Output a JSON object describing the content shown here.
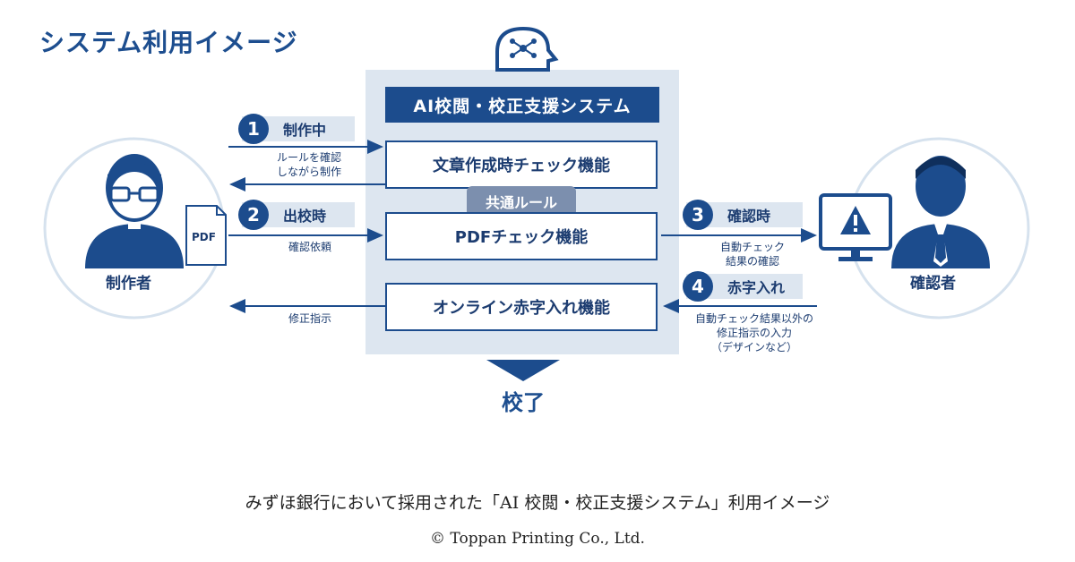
{
  "title": "システム利用イメージ",
  "system": {
    "title": "AI校閲・校正支援システム",
    "features": [
      "文章作成時チェック機能",
      "PDFチェック機能",
      "オンライン赤字入れ機能"
    ],
    "common_rule": "共通ルール",
    "complete": "校了"
  },
  "steps": [
    {
      "num": "1",
      "label": "制作中"
    },
    {
      "num": "2",
      "label": "出校時"
    },
    {
      "num": "3",
      "label": "確認時"
    },
    {
      "num": "4",
      "label": "赤字入れ"
    }
  ],
  "notes": {
    "step1_line1": "ルールを確認",
    "step1_line2": "しながら制作",
    "step2": "確認依頼",
    "left_bottom": "修正指示",
    "step3_line1": "自動チェック",
    "step3_line2": "結果の確認",
    "step4_line1": "自動チェック結果以外の",
    "step4_line2": "修正指示の入力",
    "step4_line3": "（デザインなど）"
  },
  "roles": {
    "creator": "制作者",
    "checker": "確認者"
  },
  "pdf_label": "PDF",
  "caption": "みずほ銀行において採用された「AI 校閲・校正支援システム」利用イメージ",
  "credit": "© Toppan Printing Co., Ltd.",
  "colors": {
    "primary": "#1c4c8d",
    "panel": "#dde6f0",
    "rule": "#7c8fae"
  }
}
